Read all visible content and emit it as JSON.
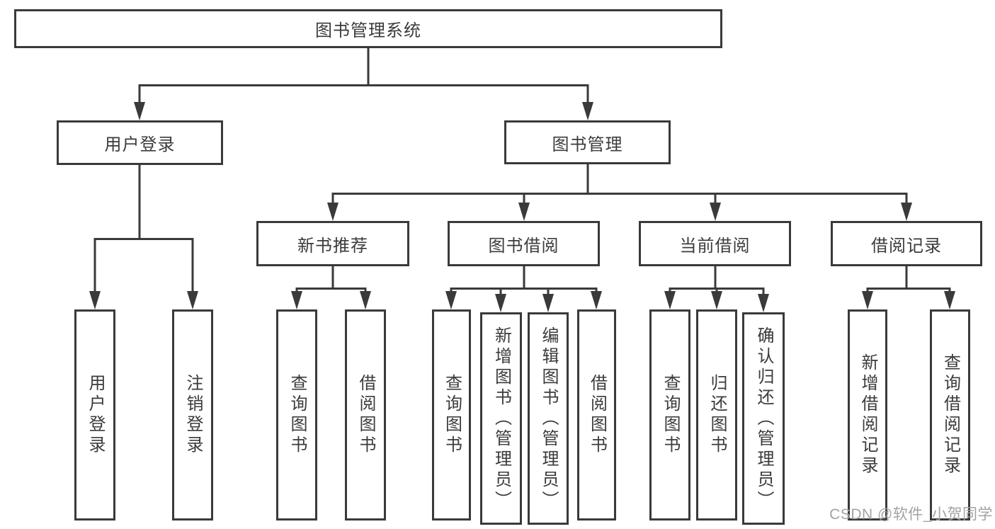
{
  "diagram_title": "图书管理系统",
  "nodes": {
    "root": {
      "label": "图书管理系统"
    },
    "user_login": {
      "label": "用户登录",
      "children": [
        "用户登录",
        "注销登录"
      ]
    },
    "book_management": {
      "label": "图书管理",
      "sections": [
        {
          "label": "新书推荐",
          "children": [
            "查询图书",
            "借阅图书"
          ]
        },
        {
          "label": "图书借阅",
          "children": [
            "查询图书",
            "新增图书（管理员）",
            "编辑图书（管理员）",
            "借阅图书"
          ]
        },
        {
          "label": "当前借阅",
          "children": [
            "查询图书",
            "归还图书",
            "确认归还（管理员）"
          ]
        },
        {
          "label": "借阅记录",
          "children": [
            "新增借阅记录",
            "查询借阅记录"
          ]
        }
      ]
    }
  },
  "watermark": {
    "text": "CSDN @软件_小贺同学"
  },
  "colors": {
    "line": "#3a3a3a",
    "box_border": "#3a3a3a",
    "text": "#3b3b3b",
    "watermark": "#a3a3a3",
    "background": "#ffffff"
  }
}
